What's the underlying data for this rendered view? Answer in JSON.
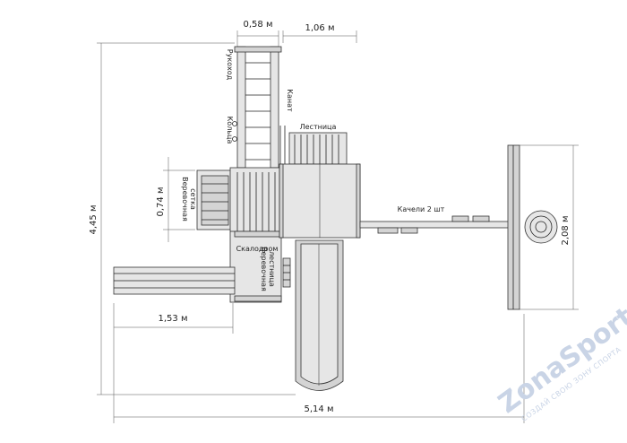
{
  "dimensions": {
    "rungs_width": "0,58 м",
    "deck_width": "1,06 м",
    "total_depth": "4,45 м",
    "net_width": "0,74 м",
    "swing_width": "2,08 м",
    "ramp_length": "1,53 м",
    "total_length": "5,14 м"
  },
  "labels": {
    "monkey_bars": "Рукоход",
    "rings": "Кольца",
    "rope": "Канат",
    "ladder": "Лестница",
    "rope_net_line1": "Веревочная",
    "rope_net_line2": "сетка",
    "climbing_wall": "Скалодром",
    "rope_ladder_line1": "Веревочная",
    "rope_ladder_line2": "лестница",
    "swings": "Качели 2 шт"
  },
  "watermark": {
    "brand": "ZonaSporta.com",
    "tagline": "СОЗДАЙ СВОЮ ЗОНУ СПОРТА"
  },
  "colors": {
    "line": "#222222",
    "fill_light": "#e6e6e6",
    "fill_mid": "#d4d4d4",
    "watermark": "#c9d4e6"
  }
}
